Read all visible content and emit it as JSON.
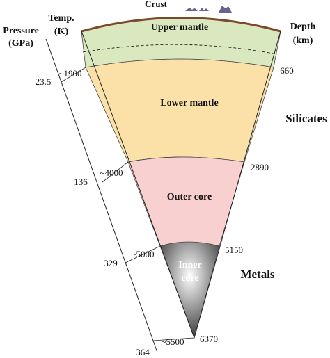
{
  "layers": {
    "crust": "Crust",
    "upper_mantle": "Upper mantle",
    "lower_mantle": "Lower mantle",
    "outer_core": "Outer core",
    "inner_core_line1": "Inner",
    "inner_core_line2": "core"
  },
  "axes": {
    "pressure_line1": "Pressure",
    "pressure_line2": "(GPa)",
    "temp_line1": "Temp.",
    "temp_line2": "(K)",
    "depth_line1": "Depth",
    "depth_line2": "(km)"
  },
  "boundaries": [
    {
      "pressure": "23.5",
      "temp": "~1900",
      "depth": "660"
    },
    {
      "pressure": "136",
      "temp": "~4000",
      "depth": "2890"
    },
    {
      "pressure": "329",
      "temp": "~5000",
      "depth": "5150"
    },
    {
      "pressure": "364",
      "temp": "~5500",
      "depth": "6370"
    }
  ],
  "groups": {
    "silicates": "Silicates",
    "metals": "Metals"
  },
  "colors": {
    "upper_mantle": "#d9e8be",
    "lower_mantle": "#fbe0a8",
    "outer_core": "#f8d0d0",
    "inner_core_dark": "#1f1f1f",
    "crust": "#7a4a2a"
  }
}
